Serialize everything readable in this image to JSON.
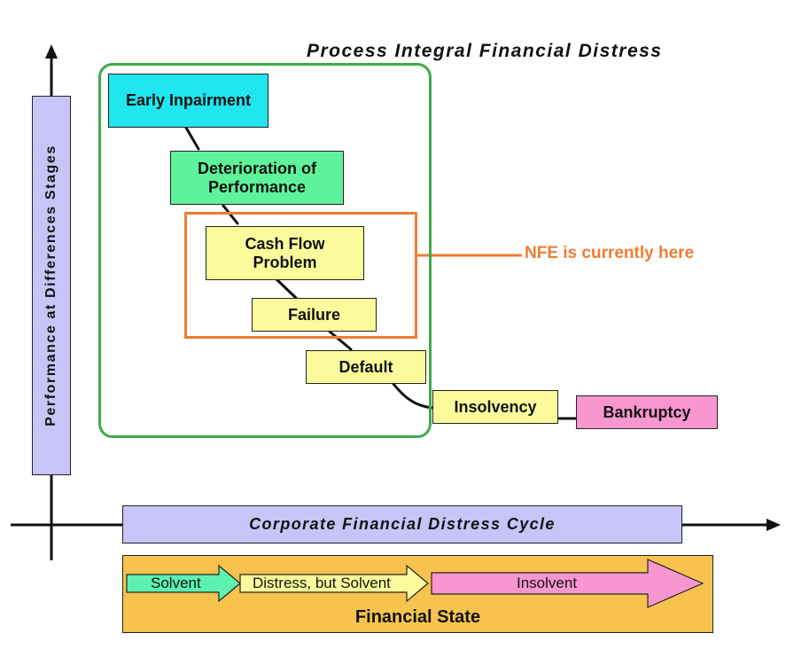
{
  "title": "Process Integral Financial Distress",
  "y_axis_label": "Performance at Differences Stages",
  "x_axis_label": "Corporate Financial Distress Cycle",
  "stages": [
    {
      "label": "Early Inpairment",
      "color": "#20e6ee"
    },
    {
      "label": "Deterioration of Performance",
      "color": "#5ef29a"
    },
    {
      "label": "Cash Flow Problem",
      "color": "#fbfb9b"
    },
    {
      "label": "Failure",
      "color": "#fbfb9b"
    },
    {
      "label": "Default",
      "color": "#fbfb9b"
    },
    {
      "label": "Insolvency",
      "color": "#fbfb9b"
    },
    {
      "label": "Bankruptcy",
      "color": "#f896d0"
    }
  ],
  "annotation": {
    "text": "NFE is currently here",
    "color": "#ee7d31"
  },
  "highlight_color": "#3faa48",
  "financial_state": {
    "label": "Financial State",
    "arrows": [
      {
        "label": "Solvent",
        "color": "#5ef2b0"
      },
      {
        "label": "Distress, but Solvent",
        "color": "#fbfb9b"
      },
      {
        "label": "Insolvent",
        "color": "#f896d0"
      }
    ]
  }
}
